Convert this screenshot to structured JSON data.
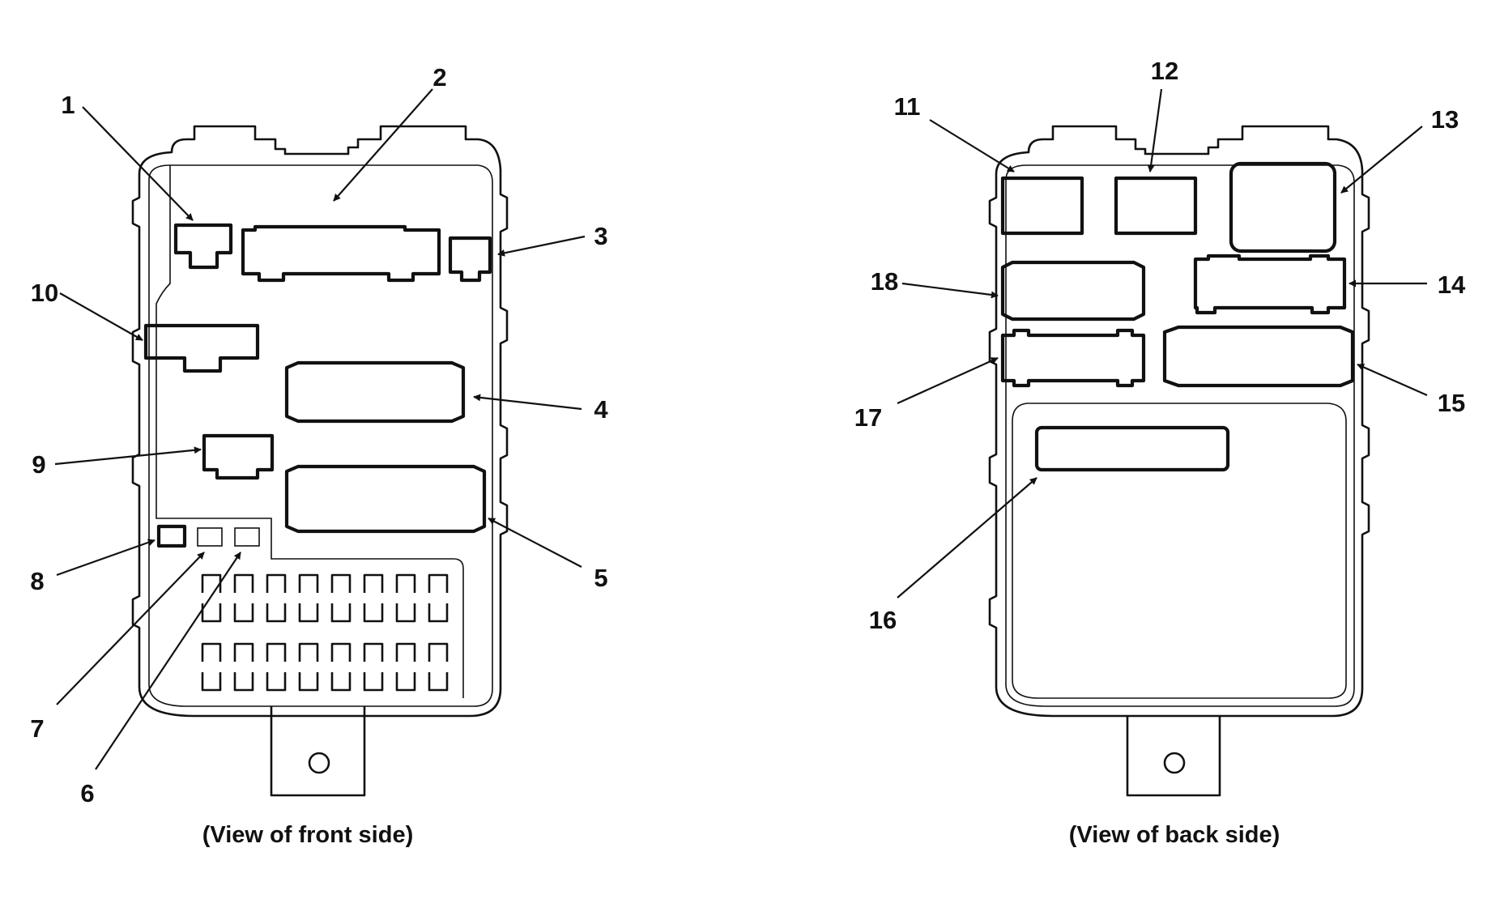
{
  "captions": {
    "front": "(View of front side)",
    "back": "(View of back side)"
  },
  "callouts": {
    "c1": "1",
    "c2": "2",
    "c3": "3",
    "c4": "4",
    "c5": "5",
    "c6": "6",
    "c7": "7",
    "c8": "8",
    "c9": "9",
    "c10": "10",
    "c11": "11",
    "c12": "12",
    "c13": "13",
    "c14": "14",
    "c15": "15",
    "c16": "16",
    "c17": "17",
    "c18": "18"
  }
}
